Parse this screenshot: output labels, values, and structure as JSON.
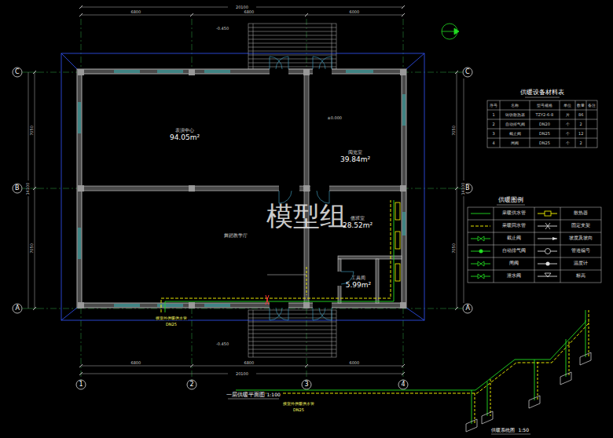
{
  "diagram": {
    "nodes": [
      {
        "text": [
          "表演中心",
          "94.05m²"
        ]
      },
      {
        "text": [
          "阅览室",
          "39.84m²"
        ]
      },
      {
        "text": [
          "值班室",
          "28.52m²"
        ]
      },
      {
        "text": [
          "工具间",
          "5.99m²"
        ]
      },
      {
        "text": [
          "舞蹈教学厅"
        ]
      }
    ],
    "labels": [
      "模型组",
      "C",
      "B",
      "A",
      "C",
      "B",
      "A",
      "1",
      "2",
      "3",
      "4",
      "20100",
      "6800",
      "6800",
      "6000",
      "20100",
      "6800",
      "6800",
      "6000",
      "7050",
      "7050",
      "14100",
      "7050",
      "7050",
      "14100",
      "-0.450",
      "-0.450",
      "±0.000",
      "一层供暖平面图",
      "1:100",
      "接室外供暖供水管",
      "DN25",
      "接室外供暖供水管",
      "DN25",
      "供暖系统图",
      "1:50",
      "供暖设备材料表",
      "供暖图例",
      "序号",
      "名称",
      "型号规格",
      "单位",
      "数量",
      "备注",
      "1",
      "铸铁散热器",
      "TZY2-6-8",
      "片",
      "86",
      "2",
      "自动排气阀",
      "DN20",
      "个",
      "2",
      "3",
      "截止阀",
      "DN25",
      "个",
      "12",
      "4",
      "闸阀",
      "DN25",
      "个",
      "2"
    ],
    "legend": [
      {
        "text": "采暖供水管"
      },
      {
        "text": "散热器"
      },
      {
        "text": "采暖回水管"
      },
      {
        "text": "固定支架"
      },
      {
        "text": "截止阀"
      },
      {
        "text": "坡度及坡向"
      },
      {
        "text": "自动排气阀"
      },
      {
        "text": "管道编号"
      },
      {
        "text": "闸阀"
      },
      {
        "text": "温度计"
      },
      {
        "text": "泄水阀"
      },
      {
        "text": "标高"
      }
    ]
  }
}
